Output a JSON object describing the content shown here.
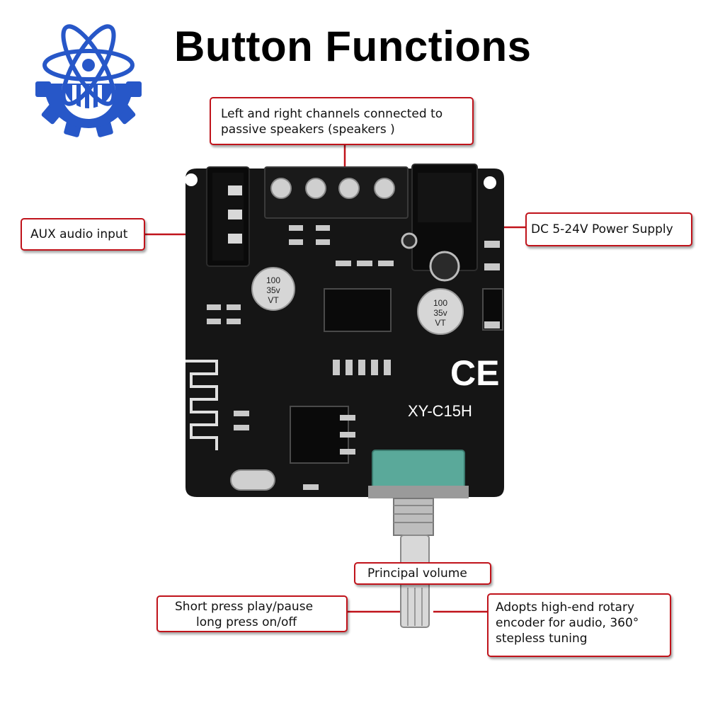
{
  "title": "Button Functions",
  "logo": {
    "name": "gear-atom-logo",
    "color": "#2757c8"
  },
  "board": {
    "model": "XY-C15H",
    "cert_mark": "CE",
    "capacitor_text": [
      "100",
      "35v",
      "VT"
    ]
  },
  "callouts": {
    "speakers": {
      "line1": "Left and right channels connected to",
      "line2": "passive speakers (speakers )"
    },
    "aux": {
      "text": "AUX audio input"
    },
    "power": {
      "text": "DC 5-24V Power Supply"
    },
    "volume": {
      "text": "Principal volume"
    },
    "press": {
      "line1": "Short press play/pause",
      "line2": "long press on/off"
    },
    "encoder": {
      "line1": "Adopts high-end rotary",
      "line2": "encoder for audio, 360°",
      "line3": "stepless tuning"
    }
  },
  "colors": {
    "callout_border": "#c0131b",
    "pcb": "#151515",
    "knob": "#5aa99a"
  }
}
